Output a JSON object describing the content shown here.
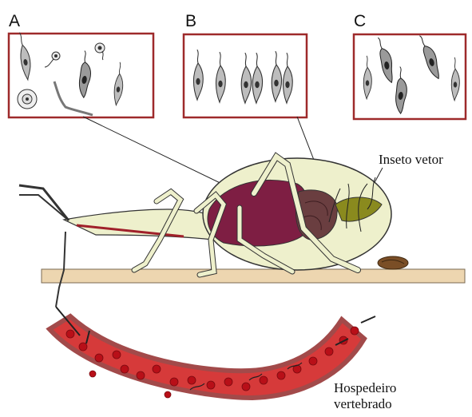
{
  "panels": [
    {
      "letter": "A",
      "organisms": [
        "epimastigote",
        "amastigote",
        "trypomastigote",
        "metacyclic",
        "spheromastigote"
      ]
    },
    {
      "letter": "B",
      "organisms": [
        "epimastigote",
        "epimastigote",
        "dividing-epimastigote",
        "dividing-epimastigote"
      ]
    },
    {
      "letter": "C",
      "organisms": [
        "metacyclic-trypomastigote",
        "metacyclic-trypomastigote",
        "metacyclic-trypomastigote",
        "metacyclic-trypomastigote"
      ]
    }
  ],
  "labels": {
    "insect": "Inseto vetor",
    "host_line1": "Hospedeiro",
    "host_line2": "vertebrado"
  },
  "colors": {
    "frame": "#9e2a2b",
    "insect_body": "#eef0cc",
    "gut": "#7e1e43",
    "hindgut": "#6a3e40",
    "rectum": "#8a8a1e",
    "vessel_wall": "#a24a4a",
    "blood": "#d63a3a",
    "cell": "#b80f18",
    "ground": "#edd6b0"
  }
}
